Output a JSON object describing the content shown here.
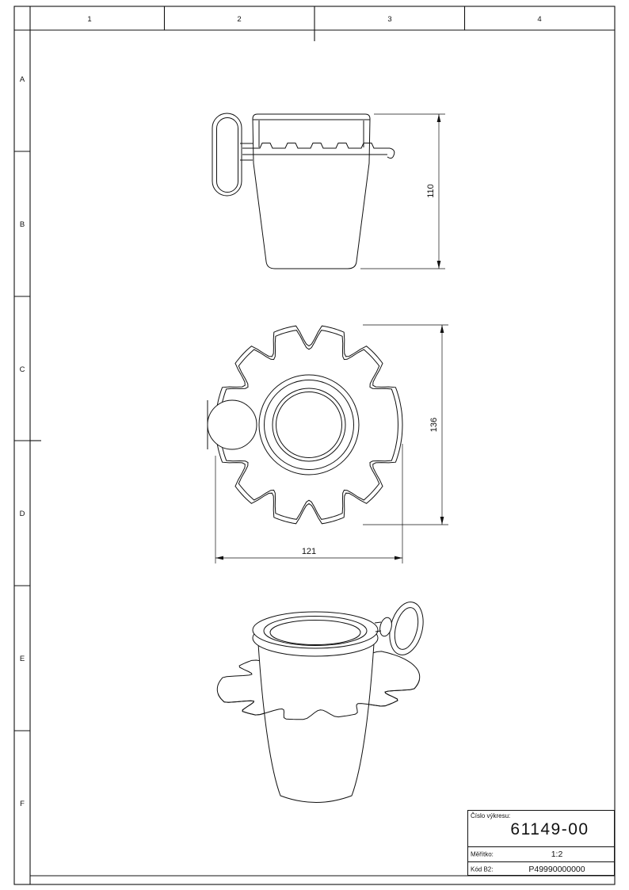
{
  "sheet": {
    "columns": [
      "1",
      "2",
      "3",
      "4"
    ],
    "rows": [
      "A",
      "B",
      "C",
      "D",
      "E",
      "F"
    ]
  },
  "dimensions": {
    "cup_height": "110",
    "holder_depth": "136",
    "holder_width": "121"
  },
  "title_block": {
    "drawing_number_label": "Číslo výkresu:",
    "drawing_number": "61149-00",
    "scale_label": "Měřítko:",
    "scale": "1:2",
    "code_label": "Kód B2:",
    "code": "P49990000000"
  },
  "colors": {
    "line": "#111111",
    "background": "#ffffff"
  }
}
